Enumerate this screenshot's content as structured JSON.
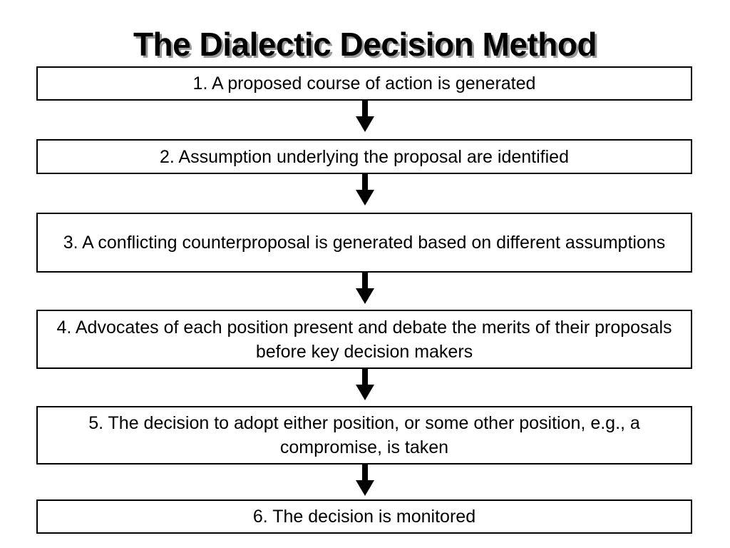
{
  "title": "The Dialectic Decision Method",
  "steps": [
    {
      "text": "1. A proposed course of action is generated"
    },
    {
      "text": "2. Assumption underlying the proposal are identified"
    },
    {
      "text": "3. A conflicting counterproposal is generated based on different assumptions"
    },
    {
      "text": "4. Advocates of each position present and debate the merits of their proposals before key decision makers"
    },
    {
      "text": "5. The decision to adopt either position, or some other position, e.g., a compromise, is taken"
    },
    {
      "text": "6. The decision is monitored"
    }
  ]
}
